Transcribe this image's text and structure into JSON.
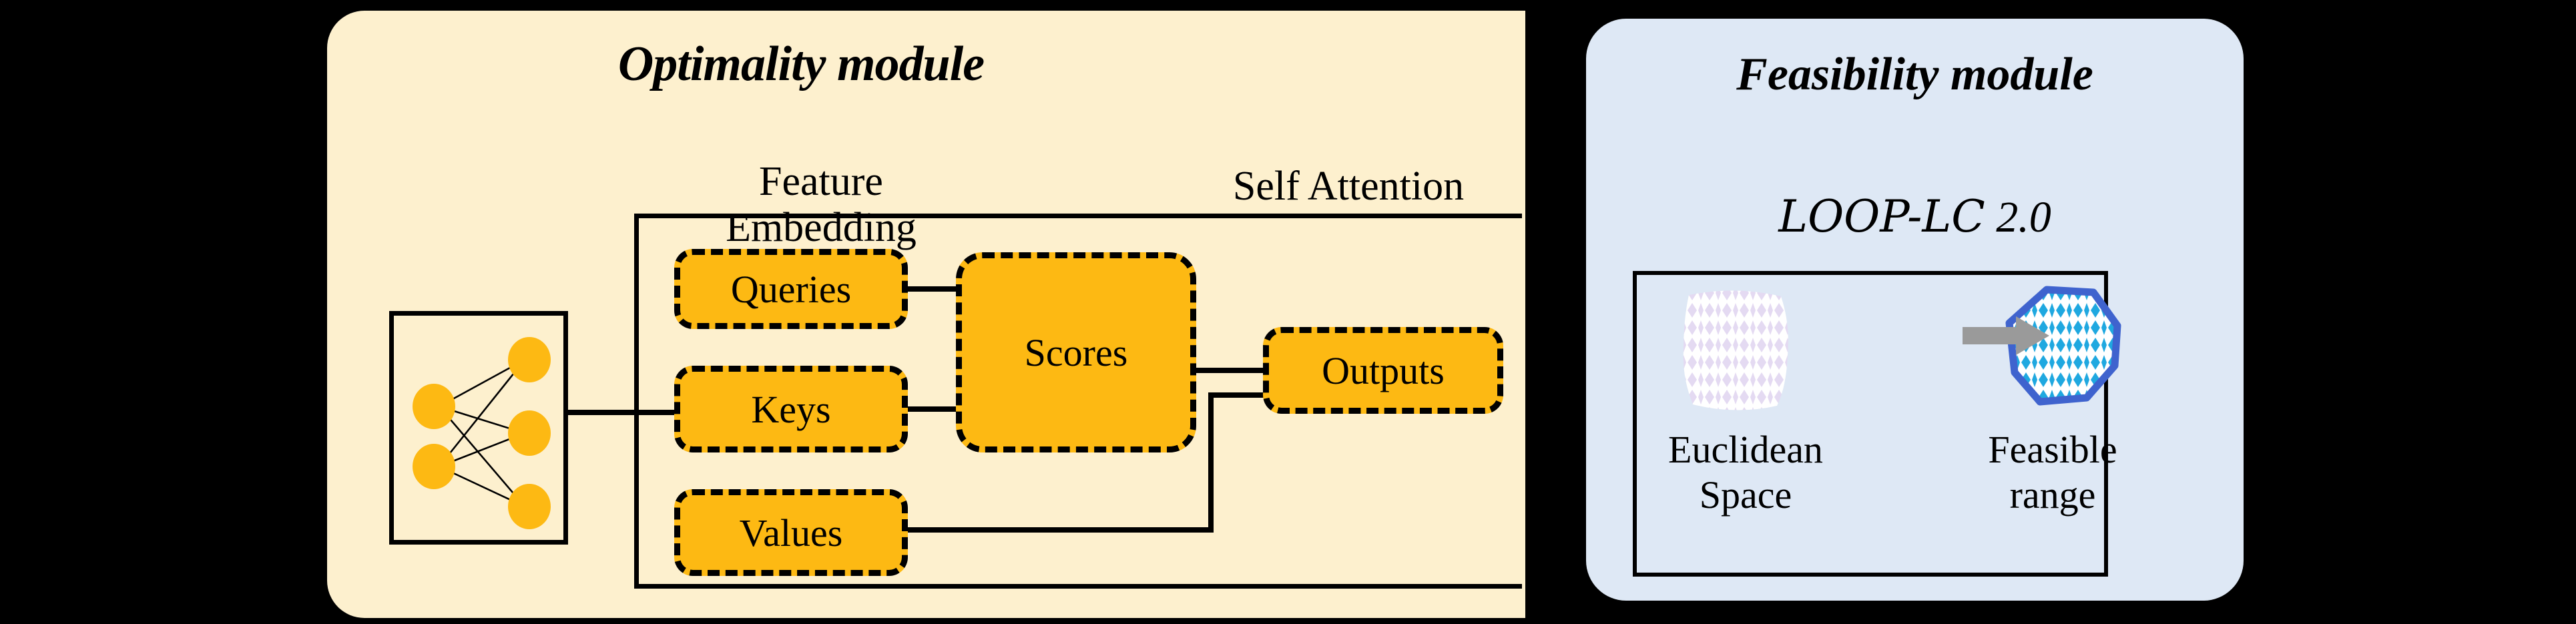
{
  "figure": {
    "type": "architecture-diagram",
    "background_color": "#000000"
  },
  "optimality_module": {
    "title": "Optimality module",
    "background_color": "#FDF0CE",
    "feature_embedding": {
      "label_line1": "Feature",
      "label_line2": "Embedding",
      "network": {
        "input_nodes": 2,
        "output_nodes": 3,
        "node_color": "#FDB913",
        "edges": 6
      }
    },
    "self_attention": {
      "label": "Self Attention",
      "blocks": [
        {
          "name": "queries",
          "label": "Queries",
          "fill": "#FDB913",
          "border": "dashed"
        },
        {
          "name": "keys",
          "label": "Keys",
          "fill": "#FDB913",
          "border": "dashed"
        },
        {
          "name": "values",
          "label": "Values",
          "fill": "#FDB913",
          "border": "dashed"
        },
        {
          "name": "scores",
          "label": "Scores",
          "fill": "#FDB913",
          "border": "dashed"
        },
        {
          "name": "outputs",
          "label": "Outputs",
          "fill": "#FDB913",
          "border": "dashed"
        }
      ],
      "connections": [
        {
          "from": "feature-embedding",
          "to": "self-attention"
        },
        {
          "from": "queries",
          "to": "scores"
        },
        {
          "from": "keys",
          "to": "scores"
        },
        {
          "from": "scores",
          "to": "outputs"
        },
        {
          "from": "values",
          "to": "outputs"
        }
      ]
    }
  },
  "feasibility_module": {
    "title": "Feasibility module",
    "background_color": "#DEE8F5",
    "method_label": "LOOP-LC 2.0",
    "method_label_prefix": "LOOP-LC",
    "method_label_version": "2.0",
    "left_shape": {
      "name": "euclidean-space",
      "label_line1": "Euclidean",
      "label_line2": "Space",
      "fill": "#FFFFFF",
      "pattern_color": "#E4DAF2",
      "outline": "none"
    },
    "arrow": {
      "name": "transform-arrow",
      "color": "#9A9A9A"
    },
    "right_shape": {
      "name": "feasible-range",
      "label_line1": "Feasible",
      "label_line2": "range",
      "fill": "#FFFFFF",
      "pattern_color": "#1FA8E0",
      "outline_color": "#3F63CE"
    }
  }
}
